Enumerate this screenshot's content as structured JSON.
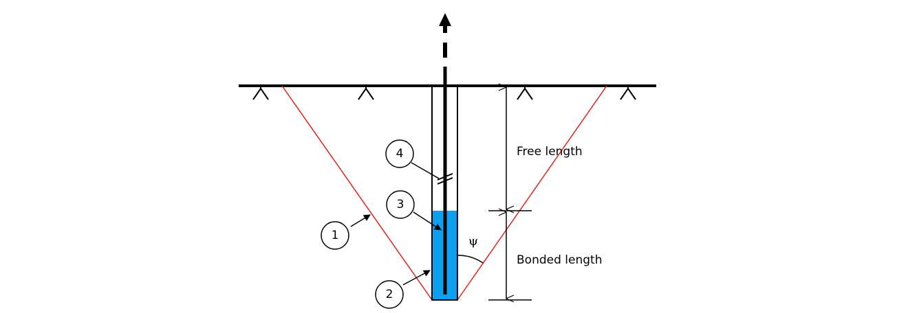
{
  "labels": {
    "free_length": "Free length",
    "bonded_length": "Bonded length",
    "angle_symbol": "ψ"
  },
  "callouts": [
    {
      "number": "1"
    },
    {
      "number": "2"
    },
    {
      "number": "3"
    },
    {
      "number": "4"
    }
  ],
  "colors": {
    "failure_line": "#e02020",
    "grout": "#0d9ff0",
    "ink": "#000000"
  }
}
